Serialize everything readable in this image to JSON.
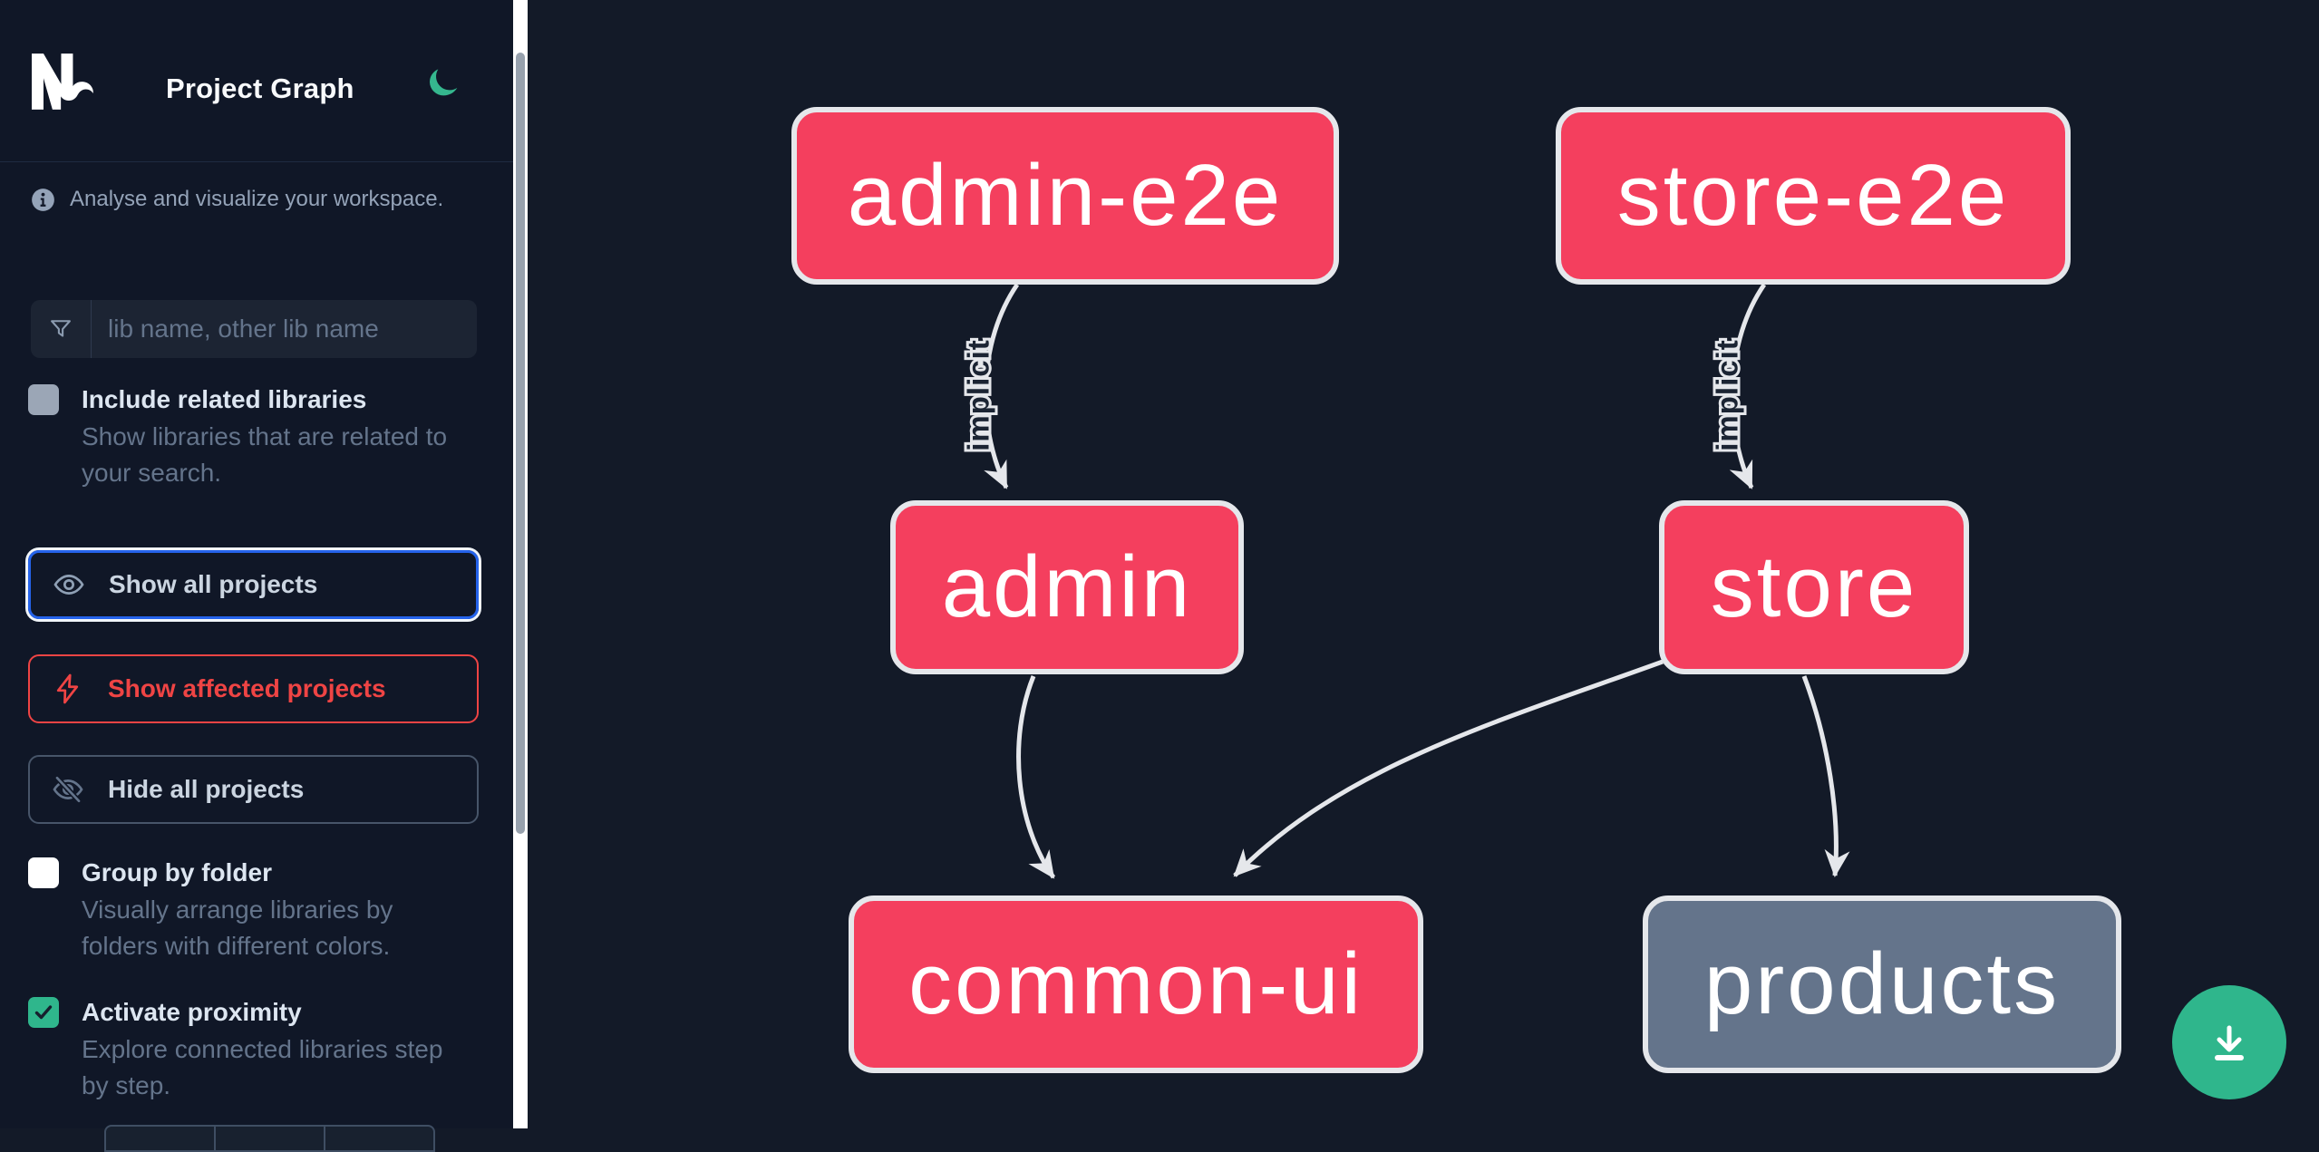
{
  "header": {
    "title": "Project Graph",
    "logo": "Nx",
    "theme_toggle_icon": "moon-icon"
  },
  "sidebar": {
    "tagline": "Analyse and visualize your workspace.",
    "search": {
      "placeholder": "lib name, other lib name",
      "value": ""
    },
    "include_related": {
      "label": "Include related libraries",
      "description": "Show libraries that are related to your search.",
      "checked": false
    },
    "actions": {
      "show_all": {
        "label": "Show all projects",
        "state": "focused"
      },
      "show_affected": {
        "label": "Show affected projects"
      },
      "hide_all": {
        "label": "Hide all projects"
      }
    },
    "group_by_folder": {
      "label": "Group by folder",
      "description": "Visually arrange libraries by folders with different colors.",
      "checked": false
    },
    "activate_proximity": {
      "label": "Activate proximity",
      "description": "Explore connected libraries step by step.",
      "checked": true
    }
  },
  "graph": {
    "nodes": [
      {
        "id": "admin-e2e",
        "label": "admin-e2e",
        "type": "affected"
      },
      {
        "id": "store-e2e",
        "label": "store-e2e",
        "type": "affected"
      },
      {
        "id": "admin",
        "label": "admin",
        "type": "affected"
      },
      {
        "id": "store",
        "label": "store",
        "type": "affected"
      },
      {
        "id": "common-ui",
        "label": "common-ui",
        "type": "affected"
      },
      {
        "id": "products",
        "label": "products",
        "type": "normal"
      }
    ],
    "edges": [
      {
        "from": "admin-e2e",
        "to": "admin",
        "label": "implicit"
      },
      {
        "from": "store-e2e",
        "to": "store",
        "label": "implicit"
      },
      {
        "from": "admin",
        "to": "common-ui",
        "label": ""
      },
      {
        "from": "store",
        "to": "common-ui",
        "label": ""
      },
      {
        "from": "store",
        "to": "products",
        "label": ""
      }
    ]
  },
  "colors": {
    "canvas_bg": "#131a28",
    "sidebar_bg": "#101727",
    "affected_node": "#f43f5e",
    "normal_node": "#64748b",
    "node_border": "#e5e7eb",
    "edge": "#e5e7eb",
    "accent_green": "#2fb68c",
    "focus_blue": "#2563eb",
    "alert_red": "#ef4444",
    "muted_text": "#64748b",
    "label_text": "#dde6f1"
  }
}
